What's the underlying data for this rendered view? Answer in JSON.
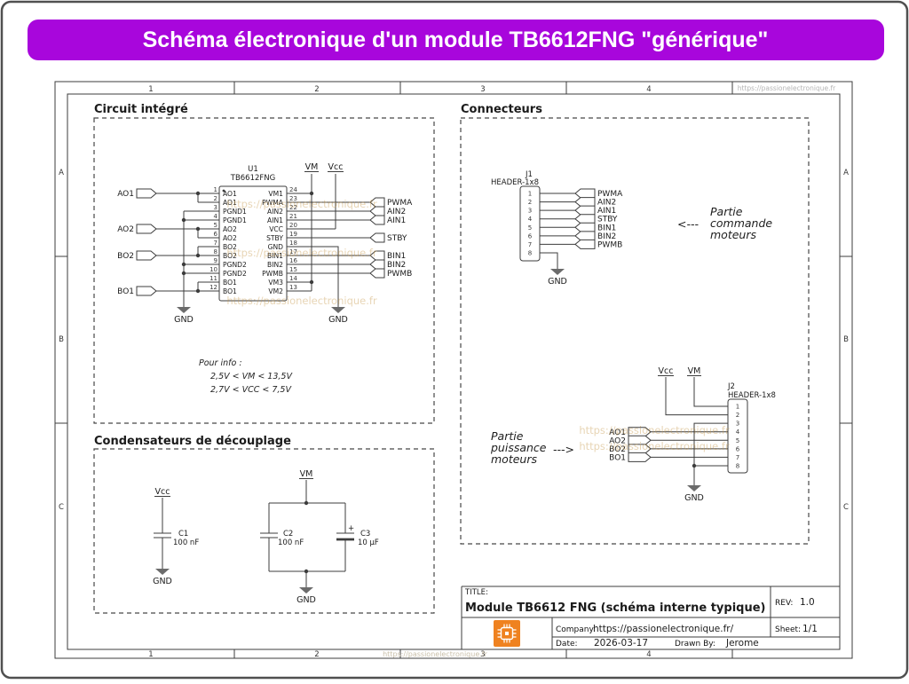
{
  "banner": {
    "title": "Schéma électronique d'un module TB6612FNG \"générique\""
  },
  "frame": {
    "cols": [
      "1",
      "2",
      "3",
      "4"
    ],
    "rows": [
      "A",
      "B",
      "C"
    ]
  },
  "watermark": {
    "url": "https://passionelectronique.fr"
  },
  "sections": {
    "ic_title": "Circuit intégré",
    "caps_title": "Condensateurs de découplage",
    "conn_title": "Connecteurs"
  },
  "power": {
    "vm": "VM",
    "vcc": "Vcc",
    "gnd": "GND"
  },
  "ic": {
    "ref": "U1",
    "value": "TB6612FNG",
    "pins_left": [
      {
        "n": "1",
        "name": "AO1"
      },
      {
        "n": "2",
        "name": "AO1"
      },
      {
        "n": "3",
        "name": "PGND1"
      },
      {
        "n": "4",
        "name": "PGND1"
      },
      {
        "n": "5",
        "name": "AO2"
      },
      {
        "n": "6",
        "name": "AO2"
      },
      {
        "n": "7",
        "name": "BO2"
      },
      {
        "n": "8",
        "name": "BO2"
      },
      {
        "n": "9",
        "name": "PGND2"
      },
      {
        "n": "10",
        "name": "PGND2"
      },
      {
        "n": "11",
        "name": "BO1"
      },
      {
        "n": "12",
        "name": "BO1"
      }
    ],
    "pins_right": [
      {
        "n": "24",
        "name": "VM1"
      },
      {
        "n": "23",
        "name": "PWMA"
      },
      {
        "n": "22",
        "name": "AIN2"
      },
      {
        "n": "21",
        "name": "AIN1"
      },
      {
        "n": "20",
        "name": "VCC"
      },
      {
        "n": "19",
        "name": "STBY"
      },
      {
        "n": "18",
        "name": "GND"
      },
      {
        "n": "17",
        "name": "BIN1"
      },
      {
        "n": "16",
        "name": "BIN2"
      },
      {
        "n": "15",
        "name": "PWMB"
      },
      {
        "n": "14",
        "name": "VM3"
      },
      {
        "n": "13",
        "name": "VM2"
      }
    ],
    "flags_left": [
      "AO1",
      "AO2",
      "BO2",
      "BO1"
    ],
    "flags_right": [
      "PWMA",
      "AIN2",
      "AIN1",
      "STBY",
      "BIN1",
      "BIN2",
      "PWMB"
    ],
    "info": {
      "l1": "Pour info :",
      "l2": "2,5V < VM < 13,5V",
      "l3": "2,7V < VCC < 7,5V"
    }
  },
  "caps": {
    "c1": {
      "ref": "C1",
      "value": "100 nF"
    },
    "c2": {
      "ref": "C2",
      "value": "100 nF"
    },
    "c3": {
      "ref": "C3",
      "value": "10 µF",
      "plus": "+"
    }
  },
  "j1": {
    "ref": "J1",
    "value": "HEADER-1x8",
    "pins": [
      "1",
      "2",
      "3",
      "4",
      "5",
      "6",
      "7",
      "8"
    ],
    "flags": [
      "PWMA",
      "AIN2",
      "AIN1",
      "STBY",
      "BIN1",
      "BIN2",
      "PWMB"
    ],
    "note": {
      "arrow": "<---",
      "l1": "Partie",
      "l2": "commande",
      "l3": "moteurs"
    }
  },
  "j2": {
    "ref": "J2",
    "value": "HEADER-1x8",
    "pins": [
      "1",
      "2",
      "3",
      "4",
      "5",
      "6",
      "7",
      "8"
    ],
    "flags": [
      "AO1",
      "AO2",
      "BO2",
      "BO1"
    ],
    "note": {
      "arrow": "--->",
      "l1": "Partie",
      "l2": "puissance",
      "l3": "moteurs"
    }
  },
  "titleblock": {
    "title_label": "TITLE:",
    "title": "Module TB6612 FNG (schéma interne typique)",
    "rev_label": "REV:",
    "rev": "1.0",
    "company_label": "Company:",
    "company": "https://passionelectronique.fr/",
    "sheet_label": "Sheet:",
    "sheet": "1/1",
    "date_label": "Date:",
    "date": "2026-03-17",
    "drawn_label": "Drawn By:",
    "drawn": "Jerome"
  },
  "colors": {
    "banner": "#a806dc",
    "logo_orange": "#ef8220"
  }
}
